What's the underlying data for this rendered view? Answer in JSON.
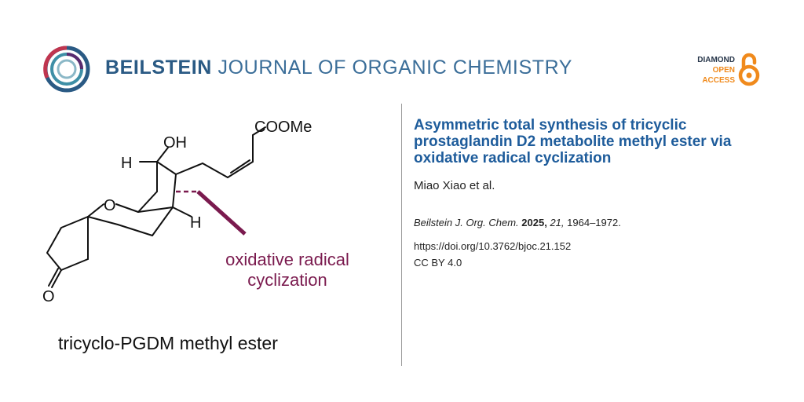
{
  "header": {
    "journal_name_bold": "BEILSTEIN",
    "journal_name_rest": "JOURNAL OF ORGANIC CHEMISTRY",
    "oa_line1": "DIAMOND",
    "oa_line2": "OPEN",
    "oa_line3": "ACCESS",
    "colors": {
      "brand_blue": "#2a5a84",
      "oa_orange": "#f08a1c"
    },
    "icons": [
      "journal-ring-logo-icon",
      "open-access-lock-icon"
    ]
  },
  "figure": {
    "labels": {
      "ester": "COOMe",
      "hydroxyl": "OH",
      "hydrogen_top": "H",
      "hydrogen_bottom": "H",
      "ring_oxygen": "O",
      "ketone_oxygen": "O"
    },
    "annotation_line1": "oxidative radical",
    "annotation_line2": "cyclization",
    "annotation_color": "#7a1a4e",
    "caption": "tricyclo-PGDM methyl ester"
  },
  "article": {
    "title": "Asymmetric total synthesis of tricyclic prostaglandin D2 metabolite methyl ester via oxidative radical cyclization",
    "authors": "Miao Xiao et al.",
    "citation_journal": "Beilstein J. Org. Chem.",
    "citation_year": "2025,",
    "citation_volume": "21,",
    "citation_pages": "1964–1972.",
    "doi": "https://doi.org/10.3762/bjoc.21.152",
    "license": "CC BY 4.0"
  }
}
